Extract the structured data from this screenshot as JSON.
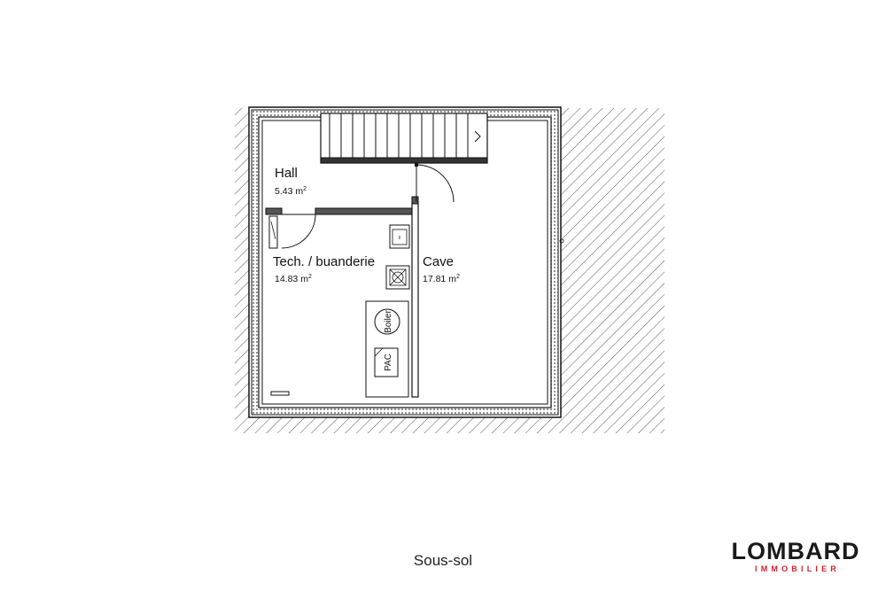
{
  "floor": {
    "name": "Sous-sol"
  },
  "rooms": [
    {
      "name": "Hall",
      "area_value": "5.43 m",
      "area_unit_sup": "2"
    },
    {
      "name": "Tech. / buanderie",
      "area_value": "14.83 m",
      "area_unit_sup": "2"
    },
    {
      "name": "Cave",
      "area_value": "17.81 m",
      "area_unit_sup": "2"
    }
  ],
  "equipment": {
    "boiler": "Boiler",
    "heat_pump": "PAC"
  },
  "brand": {
    "name": "LOMBARD",
    "subtitle": "IMMOBILIER",
    "accent_color": "#d9202a"
  },
  "legend_icons": [
    "stairs-icon",
    "door-swing-icon",
    "sink-icon",
    "ventilation-unit-icon",
    "radiator-icon"
  ]
}
